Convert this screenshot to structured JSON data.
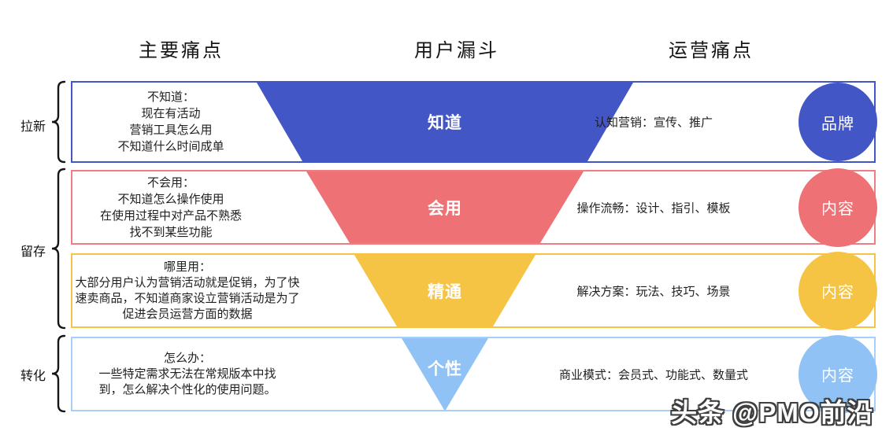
{
  "headers": {
    "main_pain": "主要痛点",
    "user_funnel": "用户漏斗",
    "ops_pain": "运营痛点"
  },
  "groups": [
    {
      "label": "拉新"
    },
    {
      "label": "留存"
    },
    {
      "label": "转化"
    }
  ],
  "rows": [
    {
      "pain_text": "不知道：\n现在有活动\n营销工具怎么用\n不知道什么时间成单",
      "funnel_label": "知道",
      "ops_text": "认知营销：宣传、推广",
      "circle_label": "品牌",
      "color": "#4356c6",
      "border_color": "#4356c6"
    },
    {
      "pain_text": "不会用：\n不知道怎么操作使用\n在使用过程中对产品不熟悉\n找不到某些功能",
      "funnel_label": "会用",
      "ops_text": "操作流畅：设计、指引、模板",
      "circle_label": "内容",
      "color": "#ee7175",
      "border_color": "#ef7e82"
    },
    {
      "pain_text": "哪里用：\n大部分用户认为营销活动就是促销，为了快\n速卖商品，不知道商家设立营销活动是为了\n促进会员运营方面的数据",
      "funnel_label": "精通",
      "ops_text": "解决方案：玩法、技巧、场景",
      "circle_label": "内容",
      "color": "#f5c445",
      "border_color": "#f5c445"
    },
    {
      "pain_text": "怎么办：\n一些特定需求无法在常规版本中找\n到，怎么解决个性化的使用问题。",
      "funnel_label": "个性",
      "ops_text": "商业模式：会员式、功能式、数量式",
      "circle_label": "内容",
      "color": "#90c2f6",
      "border_color": "#a7d0f8"
    }
  ],
  "watermark": {
    "text": "头条 @PMO前沿"
  }
}
